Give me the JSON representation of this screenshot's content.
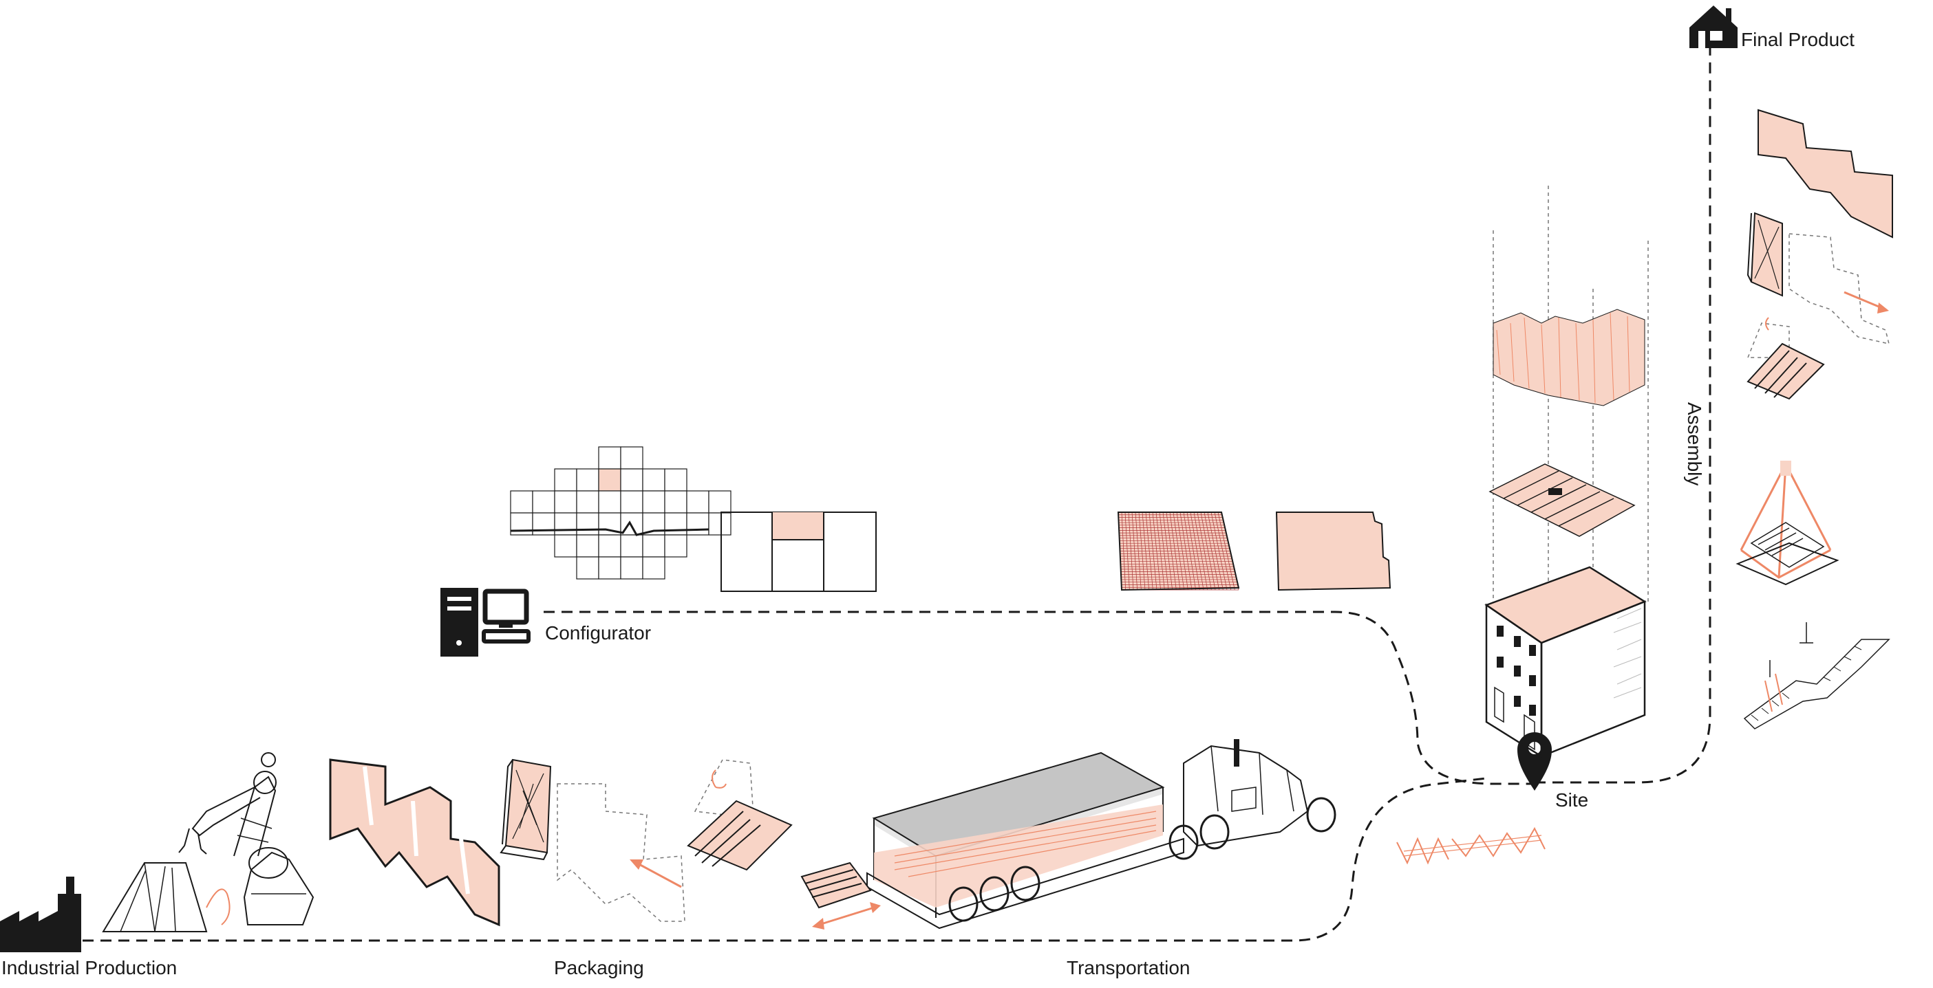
{
  "stages": {
    "industrial_production": "Industrial Production",
    "packaging": "Packaging",
    "transportation": "Transportation",
    "configurator": "Configurator",
    "site": "Site",
    "assembly": "Assembly",
    "final_product": "Final Product"
  },
  "colors": {
    "accent": "#ee8866",
    "accent_fill": "#f8d4c6",
    "ink": "#1a1a1a"
  },
  "icons": [
    "factory-icon",
    "computer-icon",
    "location-pin-icon",
    "house-icon"
  ]
}
